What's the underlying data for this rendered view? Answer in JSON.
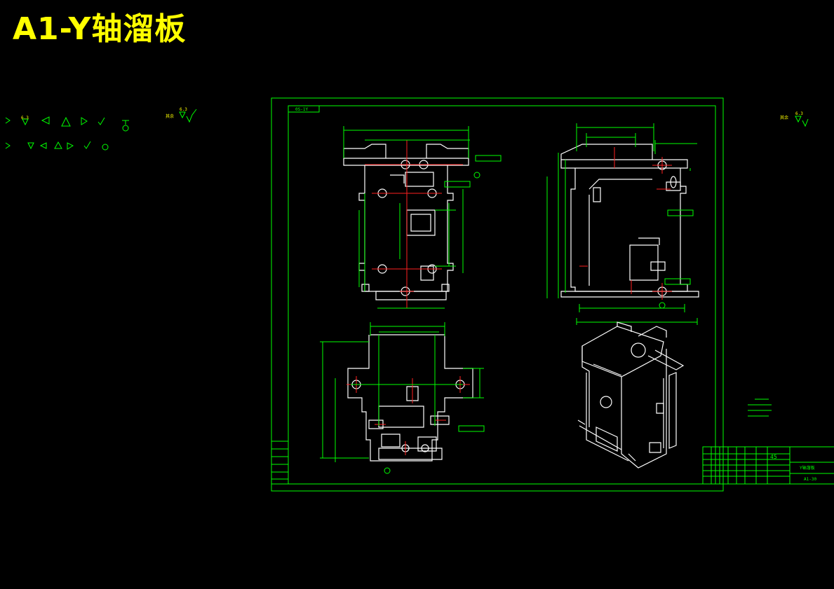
{
  "title": "A1-Y轴溜板",
  "colors": {
    "background": "#000000",
    "title": "#ffff00",
    "frame": "#00ff00",
    "outline": "#ffffff",
    "centerline": "#ff2020"
  },
  "drawing_code": "0S-1Y",
  "roughness_note": "其余",
  "roughness_value": "6.3",
  "material": "45",
  "part_name": "Y轴溜板",
  "drawing_number": "A1-30"
}
